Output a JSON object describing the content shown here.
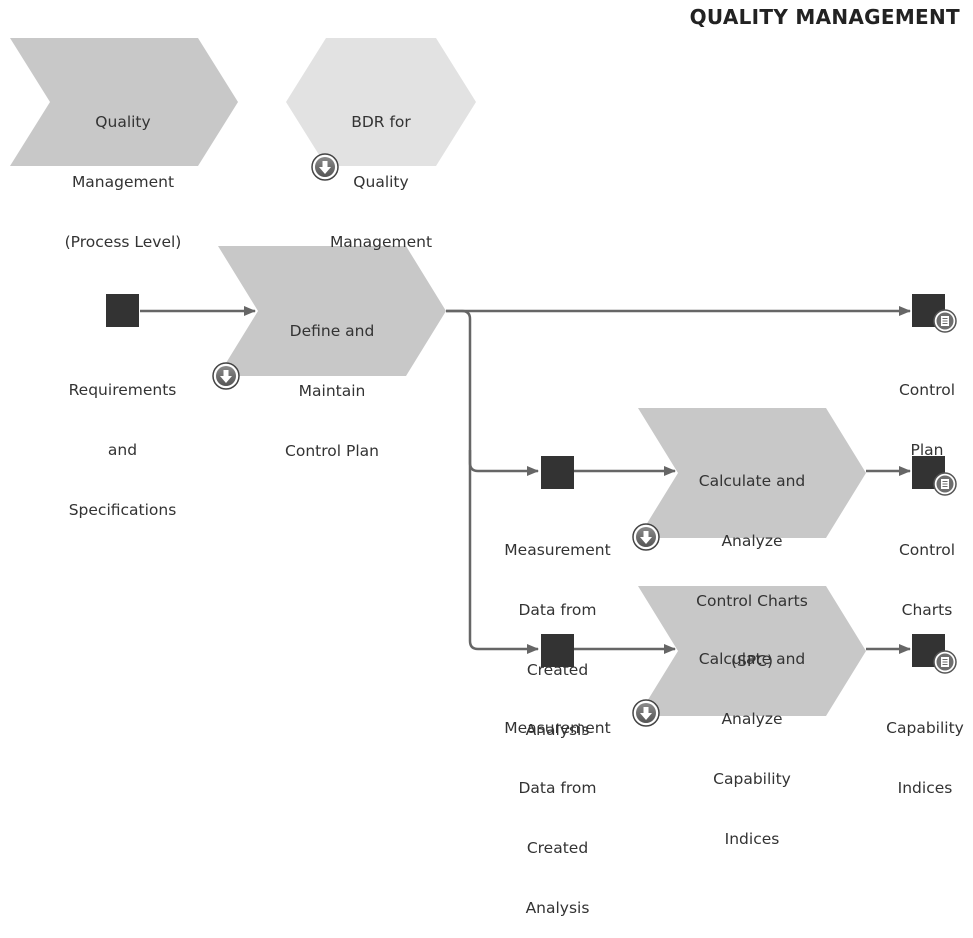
{
  "header": {
    "title": "QUALITY MANAGEMENT"
  },
  "colors": {
    "process_fill": "#c8c8c8",
    "process_fill_light": "#e2e2e2",
    "data_square": "#333333",
    "connector": "#666666",
    "text": "#333333"
  },
  "processes": [
    {
      "id": "qm-process-level",
      "lines": [
        "Quality",
        "Management",
        "(Process Level)"
      ],
      "drilldown": false
    },
    {
      "id": "bdr-quality-management",
      "lines": [
        "BDR for",
        "Quality",
        "Management"
      ],
      "drilldown": true
    },
    {
      "id": "define-maintain-control-plan",
      "lines": [
        "Define and",
        "Maintain",
        "Control Plan"
      ],
      "drilldown": true
    },
    {
      "id": "calc-control-charts",
      "lines": [
        "Calculate and",
        "Analyze",
        "Control Charts",
        "(SPC)"
      ],
      "drilldown": true
    },
    {
      "id": "calc-capability-indices",
      "lines": [
        "Calculate and",
        "Analyze",
        "Capability",
        "Indices"
      ],
      "drilldown": true
    }
  ],
  "data_objects": [
    {
      "id": "requirements-specifications",
      "lines": [
        "Requirements",
        "and",
        "Specifications"
      ],
      "document_icon": false
    },
    {
      "id": "measurement-data-1",
      "lines": [
        "Measurement",
        "Data from",
        "Created",
        "Analysis"
      ],
      "document_icon": false
    },
    {
      "id": "measurement-data-2",
      "lines": [
        "Measurement",
        "Data from",
        "Created",
        "Analysis"
      ],
      "document_icon": false
    },
    {
      "id": "control-plan",
      "lines": [
        "Control",
        "Plan"
      ],
      "document_icon": true
    },
    {
      "id": "control-charts",
      "lines": [
        "Control",
        "Charts"
      ],
      "document_icon": true
    },
    {
      "id": "capability-indices",
      "lines": [
        "Capability",
        "Indices"
      ],
      "document_icon": true
    }
  ],
  "icons": {
    "drilldown": "drilldown-arrow-icon",
    "document": "document-icon"
  }
}
